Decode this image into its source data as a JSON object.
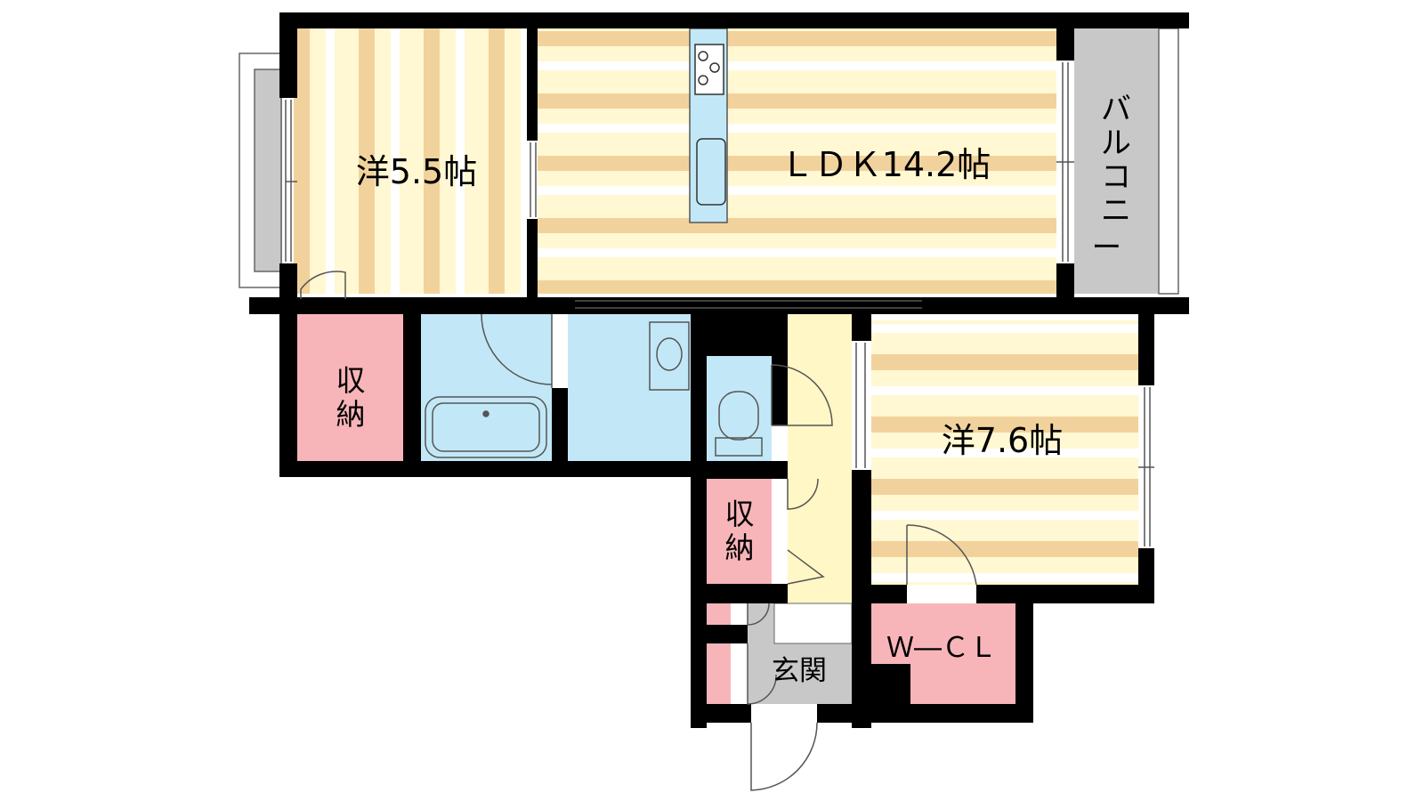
{
  "rooms": {
    "western_5_5": {
      "label": "洋5.5帖"
    },
    "ldk": {
      "label": "ＬＤＫ14.2帖"
    },
    "balcony": {
      "label": "バルコニー"
    },
    "storage_left": {
      "label": "収納"
    },
    "storage_hall": {
      "label": "収納"
    },
    "western_7_6": {
      "label": "洋7.6帖"
    },
    "walk_in_closet": {
      "label": "Ｗ―ＣＬ"
    },
    "entrance": {
      "label": "玄関"
    }
  },
  "colors": {
    "wall": "#000000",
    "floor_light": "#fff8d2",
    "floor_stripe": "#f2d29c",
    "storage": "#f8b5b9",
    "water": "#c2e8f7",
    "corridor": "#fff7c5",
    "genkan": "#c8c8c8",
    "balcony": "#c8c8c8"
  }
}
